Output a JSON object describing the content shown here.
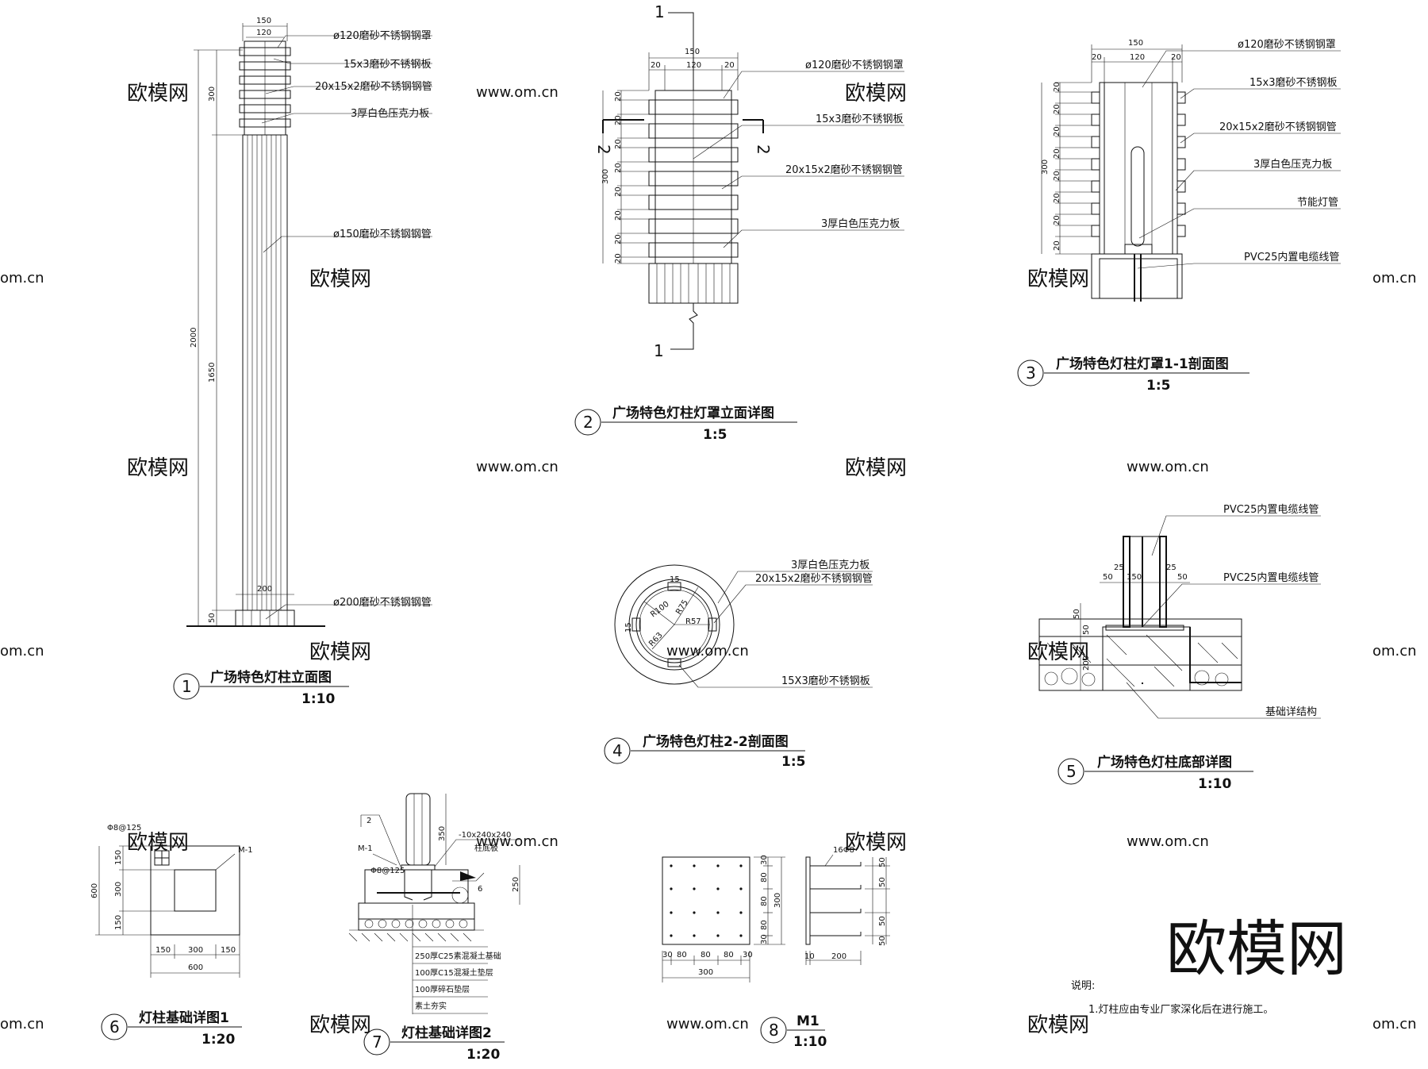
{
  "watermarks": {
    "cn": "欧模网",
    "url": "www.om.cn",
    "url_edge": "om.cn",
    "brand": "欧模网"
  },
  "fig1": {
    "number": "1",
    "title": "广场特色灯柱立面图",
    "scale": "1:10",
    "notes": [
      "ø120磨砂不锈钢钢罩",
      "15x3磨砂不锈钢板",
      "20x15x2磨砂不锈钢钢管",
      "3厚白色压克力板",
      "ø150磨砂不锈钢钢管",
      "ø200磨砂不锈钢钢管"
    ],
    "dims": {
      "top_outer": "150",
      "top_inner": "120",
      "h300": "300",
      "h2000": "2000",
      "h1650": "1650",
      "h50": "50",
      "base": "200"
    }
  },
  "fig2": {
    "number": "2",
    "title": "广场特色灯柱灯罩立面详图",
    "scale": "1:5",
    "notes": [
      "ø120磨砂不锈钢钢罩",
      "15x3磨砂不锈钢板",
      "20x15x2磨砂不锈钢钢管",
      "3厚白色压克力板"
    ],
    "dims": {
      "w150": "150",
      "w20": "20",
      "w120": "120",
      "h300": "300",
      "step": "20"
    },
    "cut_marks": {
      "a": "1",
      "b": "2"
    }
  },
  "fig3": {
    "number": "3",
    "title": "广场特色灯柱灯罩1-1剖面图",
    "scale": "1:5",
    "notes": [
      "ø120磨砂不锈钢钢罩",
      "15x3磨砂不锈钢板",
      "20x15x2磨砂不锈钢钢管",
      "3厚白色压克力板",
      "节能灯管",
      "PVC25内置电缆线管"
    ],
    "dims": {
      "w150": "150",
      "w20": "20",
      "w120": "120",
      "h300": "300",
      "step": "20"
    }
  },
  "fig4": {
    "number": "4",
    "title": "广场特色灯柱2-2剖面图",
    "scale": "1:5",
    "notes": [
      "3厚白色压克力板",
      "20x15x2磨砂不锈钢钢管",
      "15X3磨砂不锈钢板"
    ],
    "dims": {
      "r100": "R100",
      "r75": "R75",
      "r63": "R63",
      "r57": "R57",
      "d15": "15",
      "d15b": "15"
    }
  },
  "fig5": {
    "number": "5",
    "title": "广场特色灯柱底部详图",
    "scale": "1:10",
    "notes": [
      "PVC25内置电缆线管",
      "PVC25内置电缆线管",
      "基础详结构"
    ],
    "dims": {
      "a": "50",
      "b": "25",
      "c": "150",
      "d": "25",
      "e": "50",
      "f": "50",
      "g": "50",
      "h": "200"
    }
  },
  "fig6": {
    "number": "6",
    "title": "灯柱基础详图1",
    "scale": "1:20",
    "notes": [
      "Φ8@125",
      "M-1"
    ],
    "dims": {
      "v150a": "150",
      "v300": "300",
      "v150b": "150",
      "v600": "600",
      "h150a": "150",
      "h300": "300",
      "h150b": "150",
      "h600": "600"
    }
  },
  "fig7": {
    "number": "7",
    "title": "灯柱基础详图2",
    "scale": "1:20",
    "notes": [
      "-10x240x240",
      "柱底板",
      "M-1",
      "Φ8@125",
      "250厚C25素混凝土基础",
      "100厚C15混凝土垫层",
      "100厚碎石垫层",
      "素土夯实"
    ],
    "dims": {
      "v350": "350",
      "v250": "250",
      "weld": "6",
      "mark": "2"
    }
  },
  "fig8": {
    "number": "8",
    "title": "M1",
    "scale": "1:10",
    "notes": [
      "16Φ8"
    ],
    "dims": {
      "h30a": "30",
      "h80a": "80",
      "h80b": "80",
      "h80c": "80",
      "h30b": "30",
      "h300": "300",
      "v30a": "30",
      "v80a": "80",
      "v80b": "80",
      "v80c": "80",
      "v30b": "30",
      "v300": "300",
      "r50a": "50",
      "r50b": "50",
      "r50c": "50",
      "r50d": "50",
      "b10": "10",
      "b200": "200"
    }
  },
  "notes_block": {
    "heading": "说明:",
    "line1": "1.灯柱应由专业厂家深化后在进行施工。"
  }
}
